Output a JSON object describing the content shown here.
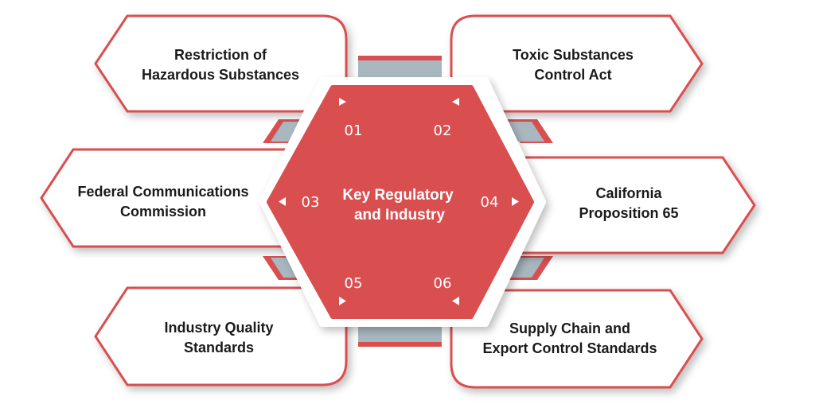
{
  "center": {
    "title_line1": "Key Regulatory",
    "title_line2": "and Industry"
  },
  "items": [
    {
      "number": "01",
      "line1": "Restriction of",
      "line2": "Hazardous Substances"
    },
    {
      "number": "02",
      "line1": "Toxic Substances",
      "line2": "Control Act"
    },
    {
      "number": "03",
      "line1": "Federal Communications",
      "line2": "Commission"
    },
    {
      "number": "04",
      "line1": "California",
      "line2": "Proposition 65"
    },
    {
      "number": "05",
      "line1": "Industry Quality",
      "line2": "Standards"
    },
    {
      "number": "06",
      "line1": "Supply Chain and",
      "line2": "Export Control Standards"
    }
  ],
  "colors": {
    "accent": "#d94f50",
    "connector": "#a9b7bf"
  }
}
